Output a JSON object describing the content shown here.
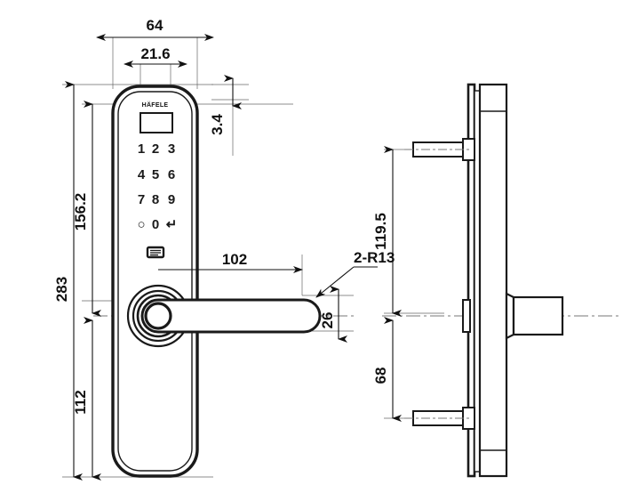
{
  "drawing": {
    "title": "Haefele smart door lock - dimensioned technical drawing",
    "units": "mm",
    "line_color": "#1a1a1a",
    "thin_line_color": "#555555",
    "background": "#ffffff"
  },
  "front_view": {
    "name": "front-elevation",
    "brand_logo": "HÄFELE",
    "display_window": "lcd-window",
    "card_reader_icon": "card-reader-icon",
    "keypad": {
      "rows": [
        [
          "1",
          "2",
          "3"
        ],
        [
          "4",
          "5",
          "6"
        ],
        [
          "7",
          "8",
          "9"
        ],
        [
          "○",
          "0",
          "↵"
        ]
      ]
    }
  },
  "side_view": {
    "name": "side-elevation",
    "spindle": "square-spindle",
    "bolts": [
      "upper-mounting-bolt",
      "lower-mounting-bolt"
    ]
  },
  "dimensions": {
    "overall_height": "283",
    "upper_height": "156.2",
    "lower_height": "112",
    "overall_width": "64",
    "display_width": "21.6",
    "top_offset": "3.4",
    "handle_length": "102",
    "handle_width": "26",
    "radius_note": "2-R13",
    "bolt_upper_spacing": "119.5",
    "bolt_lower_spacing": "68"
  }
}
